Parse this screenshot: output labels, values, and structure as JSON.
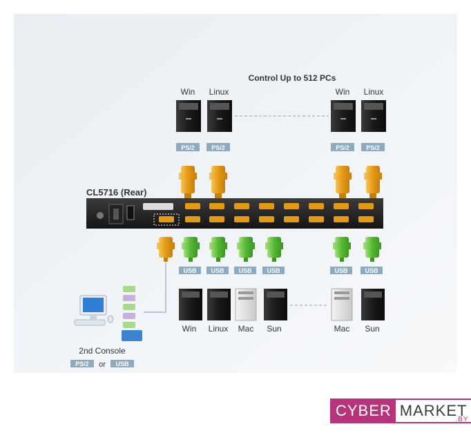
{
  "title": "Control Up to 512 PCs",
  "device_label": "CL5716 (Rear)",
  "top_os": [
    "Win",
    "Linux",
    "Win",
    "Linux"
  ],
  "top_port": "PS/2",
  "bottom_os": [
    "Win",
    "Linux",
    "Mac",
    "Sun",
    "Mac",
    "Sun"
  ],
  "bottom_port": "USB",
  "console": {
    "label": "2nd Console",
    "ps2": "PS/2",
    "or": "or",
    "usb": "USB"
  },
  "logo": {
    "part1": "CYBER",
    "part2": "MARKET",
    "suffix": ".BY"
  },
  "colors": {
    "connector_ps2": "#e8a21e",
    "connector_usb": "#5cbf3a",
    "badge": "#8fa9bf",
    "logo": "#b6357a"
  }
}
